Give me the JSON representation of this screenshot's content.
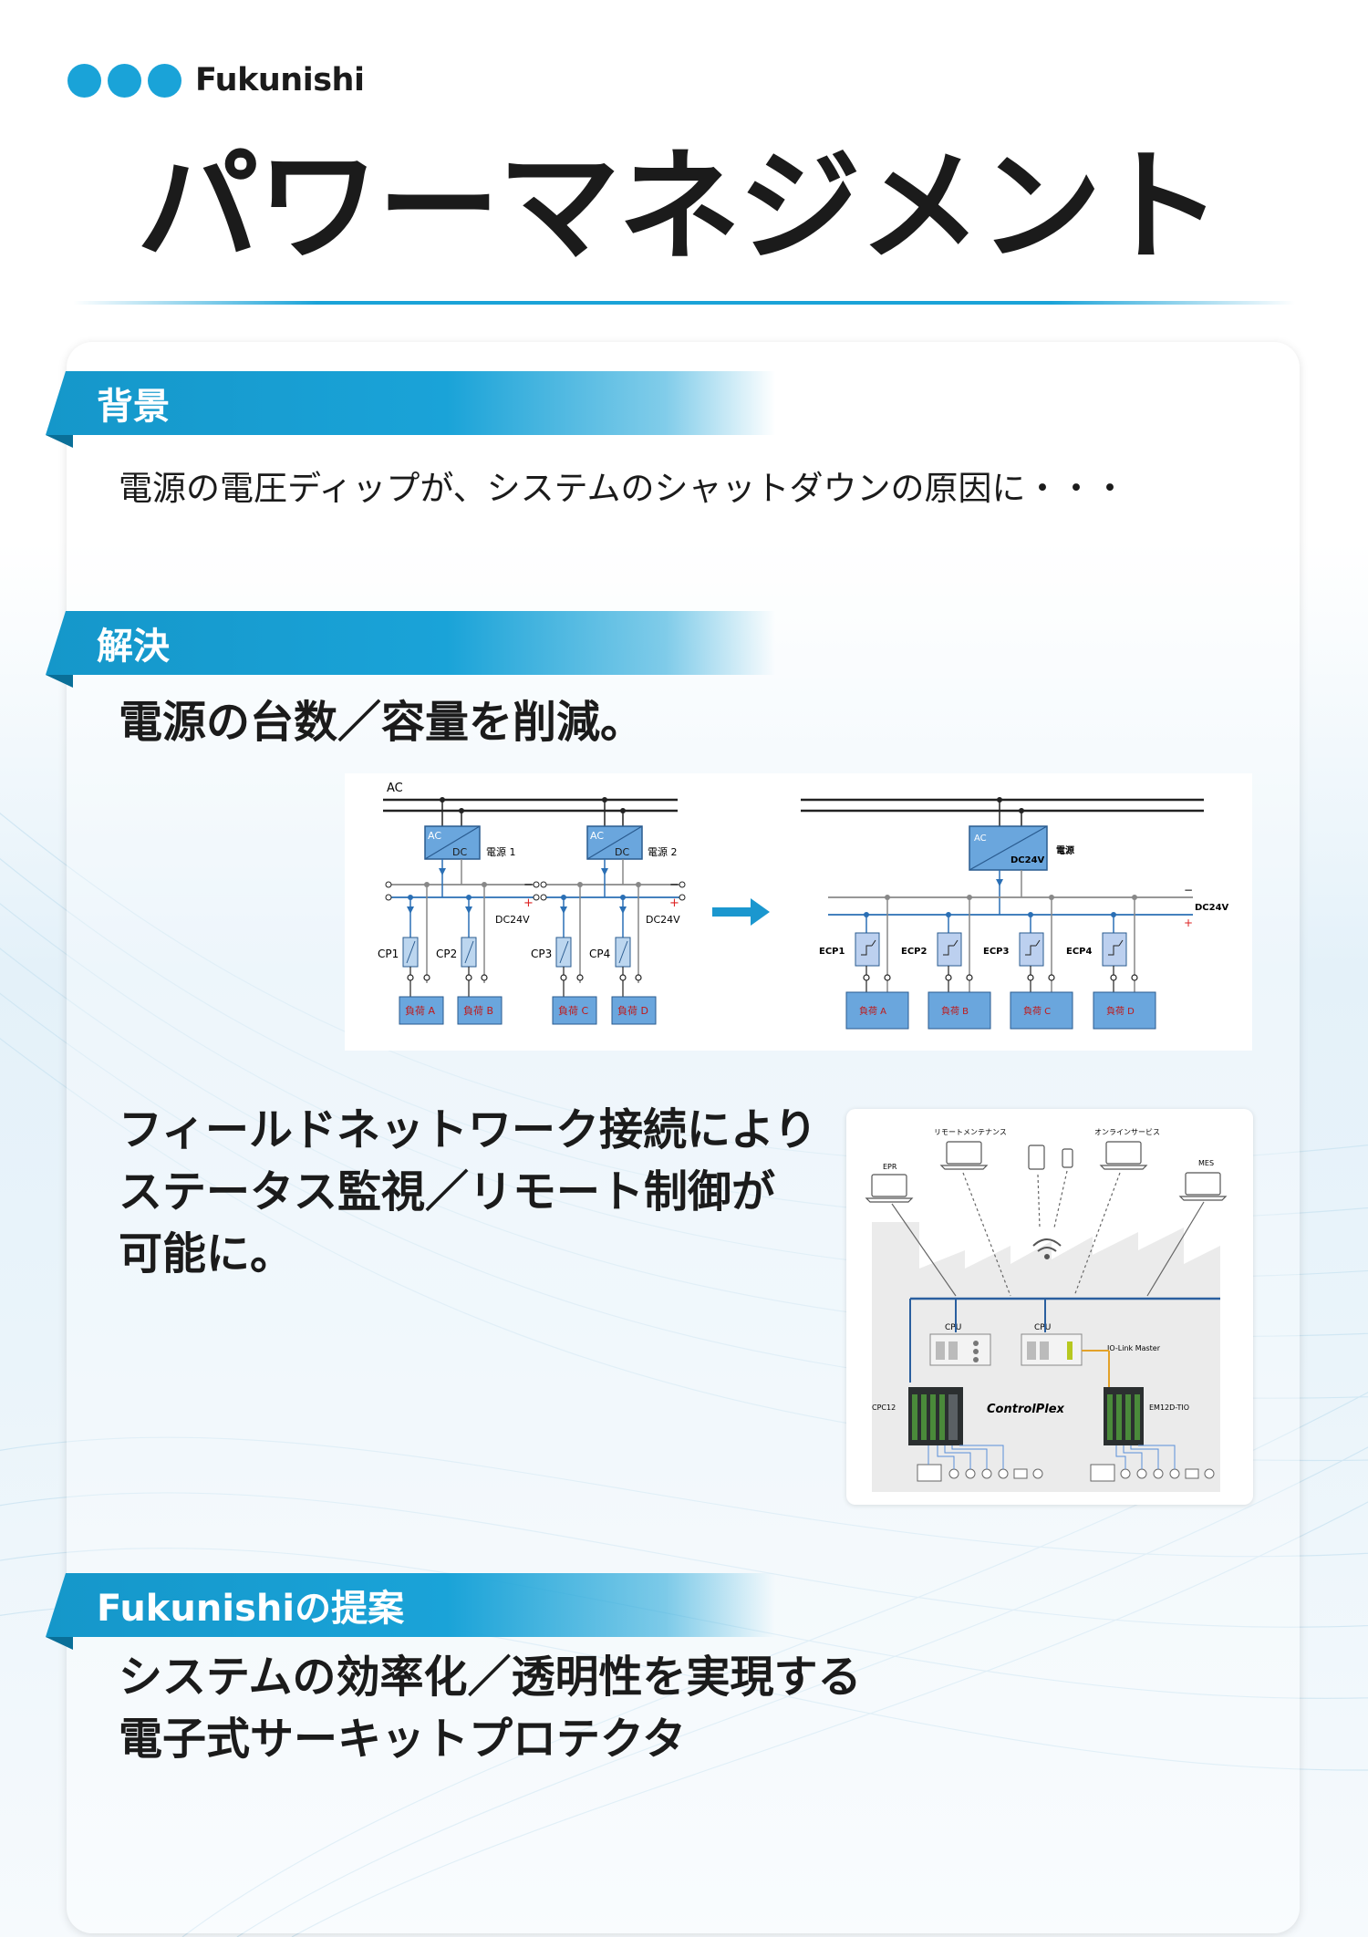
{
  "brand": {
    "name": "Fukunishi",
    "accent": "#1aa3d8"
  },
  "title": "パワーマネジメント",
  "sections": [
    {
      "heading": "背景",
      "lines": [
        "電源の電圧ディップが、システムのシャットダウンの原因に・・・"
      ]
    },
    {
      "heading": "解決",
      "lines": [
        "電源の台数／容量を削減。"
      ]
    },
    {
      "heading": "Fukunishiの提案",
      "lines": [
        "システムの効率化／透明性を実現する",
        "電子式サーキットプロテクタ"
      ]
    }
  ],
  "network_text": [
    "フィールドネットワーク接続により",
    "ステータス監視／リモート制御が",
    "可能に。"
  ],
  "power_diagram": {
    "before": {
      "ac_label": "AC",
      "psu_ac": "AC",
      "psu_dc": "DC",
      "psu1_label": "電源 1",
      "psu2_label": "電源 2",
      "minus": "−",
      "plus": "+",
      "dc_label": "DC24V",
      "cp": [
        "CP1",
        "CP2",
        "CP3",
        "CP4"
      ],
      "loads": [
        "負荷 A",
        "負荷 B",
        "負荷 C",
        "負荷 D"
      ]
    },
    "after": {
      "psu_ac": "AC",
      "psu_dc": "DC24V",
      "psu_label": "電源",
      "minus": "−",
      "plus": "+",
      "dc_label": "DC24V",
      "ecp": [
        "ECP1",
        "ECP2",
        "ECP3",
        "ECP4"
      ],
      "loads": [
        "負荷 A",
        "負荷 B",
        "負荷 C",
        "負荷 D"
      ]
    }
  },
  "network_diagram": {
    "remote_maintenance": "リモートメンテナンス",
    "online_service": "オンラインサービス",
    "epr": "EPR",
    "mes": "MES",
    "cpu1": "CPU",
    "cpu2": "CPU",
    "iolink": "IO-Link Master",
    "cpc12": "CPC12",
    "controlplex": "ControlPlex",
    "em12d": "EM12D-TIO"
  }
}
